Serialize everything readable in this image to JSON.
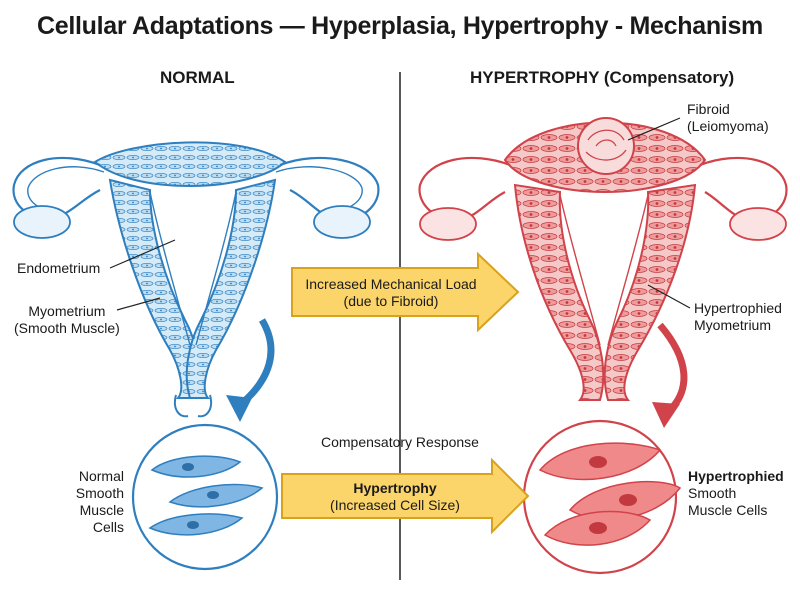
{
  "title": "Cellular Adaptations — Hyperplasia, Hypertrophy - Mechanism",
  "left_panel": {
    "heading": "NORMAL",
    "endometrium_label": "Endometrium",
    "myometrium_label": "Myometrium\n(Smooth Muscle)",
    "cells_label": "Normal\nSmooth\nMuscle Cells"
  },
  "right_panel": {
    "heading": "HYPERTROPHY (Compensatory)",
    "fibroid_label": "Fibroid\n(Leiomyoma)",
    "hypertrophied_myo_label": "Hypertrophied\nMyometrium",
    "cells_label_bold": "Hypertrophied",
    "cells_label_rest": "Smooth\nMuscle Cells"
  },
  "middle": {
    "load_arrow_line1": "Increased Mechanical Load",
    "load_arrow_line2": "(due to Fibroid)",
    "response_label": "Compensatory Response",
    "hypertrophy_arrow_bold": "Hypertrophy",
    "hypertrophy_arrow_line2": "(Increased Cell Size)"
  },
  "colors": {
    "normal_stroke": "#2f7fbf",
    "normal_fill": "#d6ebf8",
    "hyper_stroke": "#d1434a",
    "hyper_fill": "#f6c9c9",
    "arrow_fill": "#fbd46a",
    "arrow_stroke": "#d9a21c"
  }
}
